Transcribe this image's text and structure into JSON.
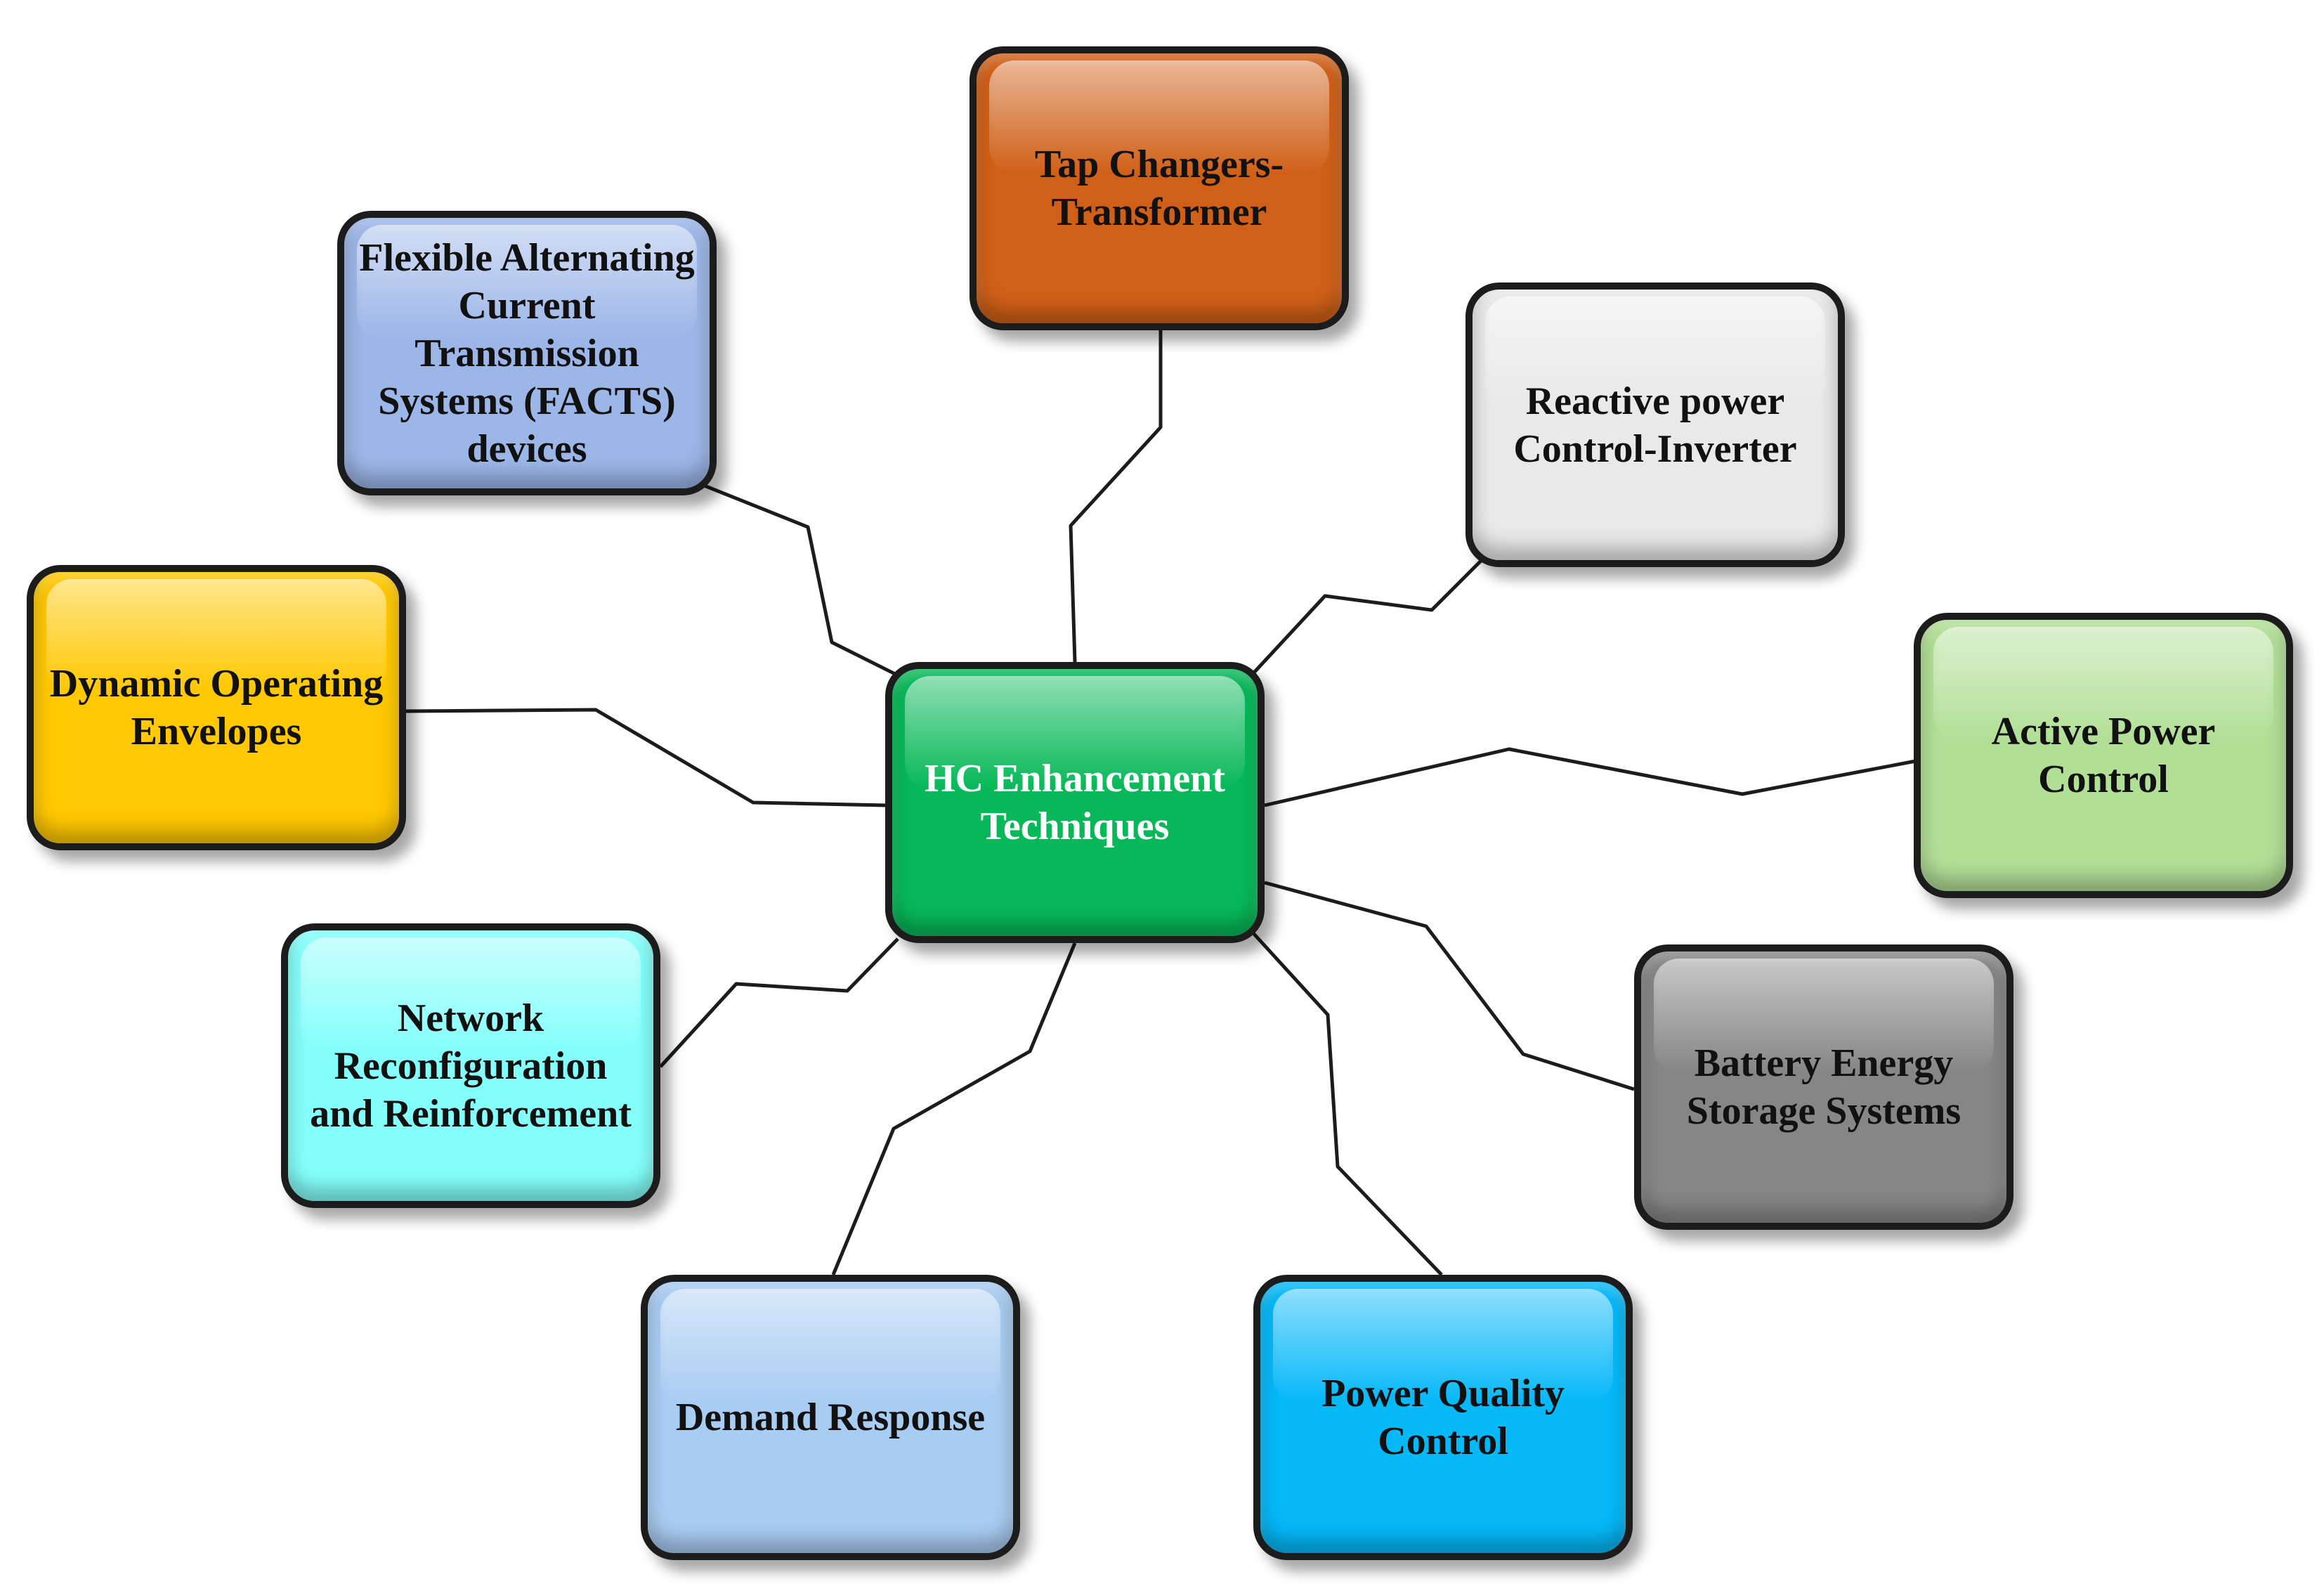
{
  "diagram": {
    "center": {
      "label": "HC Enhancement\nTechniques"
    },
    "nodes": {
      "tap": {
        "label": "Tap Changers-\nTransformer"
      },
      "facts": {
        "label": "Flexible Alternating\nCurrent\nTransmission\nSystems (FACTS)\ndevices"
      },
      "reactive": {
        "label": "Reactive power\nControl-Inverter"
      },
      "doe": {
        "label": "Dynamic Operating\nEnvelopes"
      },
      "active": {
        "label": "Active Power\nControl"
      },
      "network": {
        "label": "Network\nReconfiguration\nand Reinforcement"
      },
      "bess": {
        "label": "Battery Energy\nStorage Systems"
      },
      "demand": {
        "label": "Demand Response"
      },
      "pq": {
        "label": "Power Quality\nControl"
      }
    },
    "colors": {
      "center": "#07b858",
      "tap": "#d06018",
      "facts": "#9cb6e8",
      "reactive": "#e9e9e9",
      "doe": "#ffc800",
      "active": "#b2df96",
      "network": "#84fffb",
      "bess": "#868686",
      "demand": "#a8ccf2",
      "pq": "#05b8f8",
      "connector": "#1c1c1c"
    }
  }
}
